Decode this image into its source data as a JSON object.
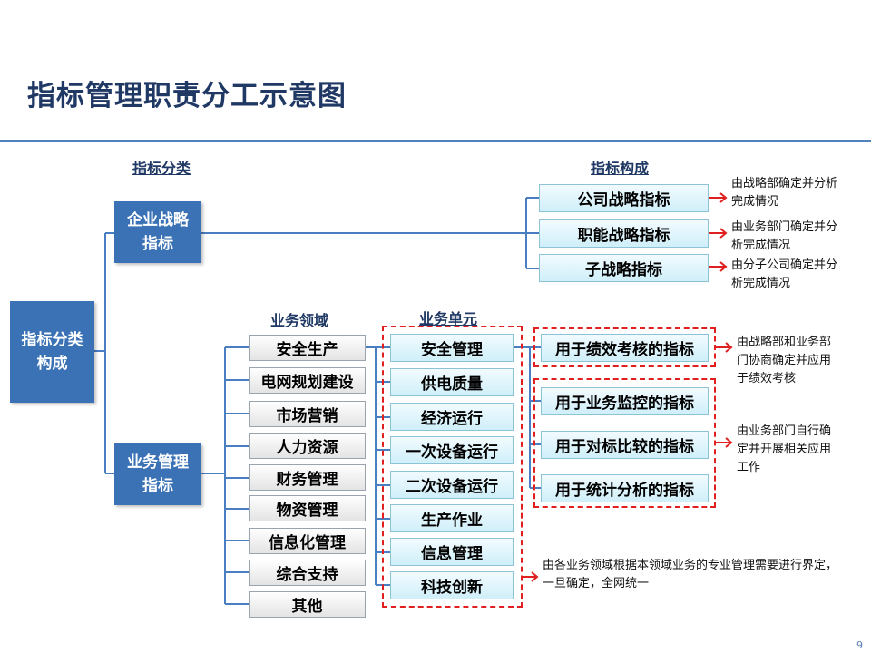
{
  "title": "指标管理职责分工示意图",
  "headers": {
    "classification": "指标分类",
    "composition": "指标构成",
    "business_domain": "业务领域",
    "business_unit": "业务单元"
  },
  "root": "指标分类构成",
  "categories": {
    "strategic": "企业战略指标",
    "business": "业务管理指标"
  },
  "strategic_items": [
    "公司战略指标",
    "职能战略指标",
    "子战略指标"
  ],
  "strategic_notes": [
    "由战略部确定并分析完成情况",
    "由业务部门确定并分析完成情况",
    "由分子公司确定并分析完成情况"
  ],
  "domains": [
    "安全生产",
    "电网规划建设",
    "市场营销",
    "人力资源",
    "财务管理",
    "物资管理",
    "信息化管理",
    "综合支持",
    "其他"
  ],
  "units": [
    "安全管理",
    "供电质量",
    "经济运行",
    "一次设备运行",
    "二次设备运行",
    "生产作业",
    "信息管理",
    "科技创新"
  ],
  "usage": {
    "assessment": "用于绩效考核的指标",
    "monitoring": "用于业务监控的指标",
    "benchmark": "用于对标比较的指标",
    "statistics": "用于统计分析的指标"
  },
  "usage_notes": {
    "assessment": "由战略部和业务部门协商确定并应用于绩效考核",
    "others": "由业务部门自行确定并开展相关应用工作",
    "units": "由各业务领域根据本领域业务的专业管理需要进行界定，一旦确定，全网统一"
  },
  "page_number": "9",
  "colors": {
    "title": "#1f3864",
    "rule": "#4f81bd",
    "category_box": "#3a72b5",
    "connector": "#4a7ec2",
    "dashed": "#e02020"
  }
}
